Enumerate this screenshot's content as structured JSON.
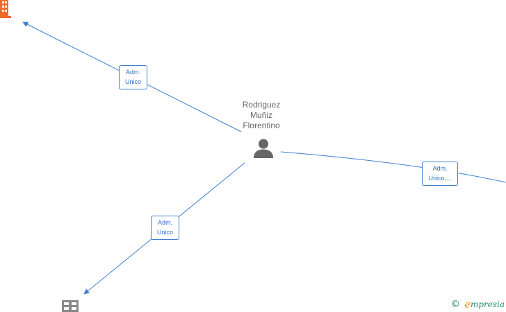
{
  "center_node": {
    "name_lines": [
      "Rodriguez",
      "Muñiz",
      "Florentino"
    ],
    "icon": "person-icon"
  },
  "edges": [
    {
      "id": "nw",
      "label_lines": [
        "Adm.",
        "Unico"
      ],
      "target_icon": "company-icon"
    },
    {
      "id": "e",
      "label_lines": [
        "Adm.",
        "Unico,..."
      ],
      "target_icon": "company-icon"
    },
    {
      "id": "sw",
      "label_lines": [
        "Adm.",
        "Unico"
      ],
      "target_icon": "company-icon"
    }
  ],
  "colors": {
    "edge": "#3f7fd0",
    "person": "#666666",
    "company_active": "#f06b2b",
    "company_default": "#888888",
    "brand_green": "#2a8f6a",
    "brand_orange": "#f39c1f"
  },
  "watermark": {
    "copyright_symbol": "©",
    "brand_initial": "e",
    "brand_rest": "mpresia"
  }
}
